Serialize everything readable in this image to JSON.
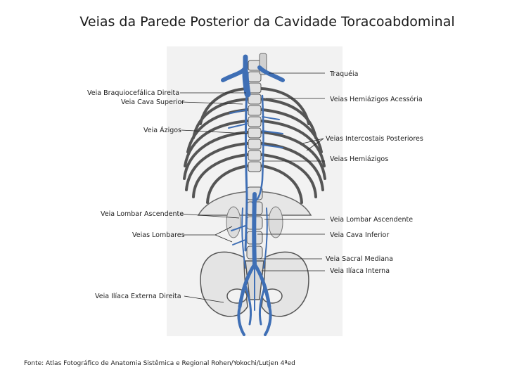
{
  "title": "Veias da Parede Posterior da Cavidade Toracoabdominal",
  "labels_left": {
    "braquiocefalica": "Veia Braquiocefálica Direita",
    "cava_superior": "Veia Cava Superior",
    "azigos": "Veia Ázigos",
    "lombar_ascendente": "Veia Lombar Ascendente",
    "lombares": "Veias Lombares",
    "iliaca_externa": "Veia Ilíaca Externa Direita"
  },
  "labels_right": {
    "traqueia": "Traquéia",
    "hemiazigos_acessoria": "Veias Hemiázigos Acessória",
    "intercostais": "Veias Intercostais Posteriores",
    "hemiazigos": "Veias Hemiázigos",
    "lombar_ascendente": "Veia Lombar Ascendente",
    "cava_inferior": "Veia Cava Inferior",
    "sacral_mediana": "Veia Sacral Mediana",
    "iliaca_interna": "Veia Ilíaca Interna"
  },
  "source": "Fonte: Atlas Fotográfico de Anatomia Sistêmica e Regional Rohen/Yokochi/Lutjen 4ªed",
  "colors": {
    "vein": "#3f6fb5",
    "bone_stroke": "#555555",
    "bone_fill": "#e4e4e4",
    "background_panel": "#f2f2f2",
    "leader": "#222222"
  }
}
